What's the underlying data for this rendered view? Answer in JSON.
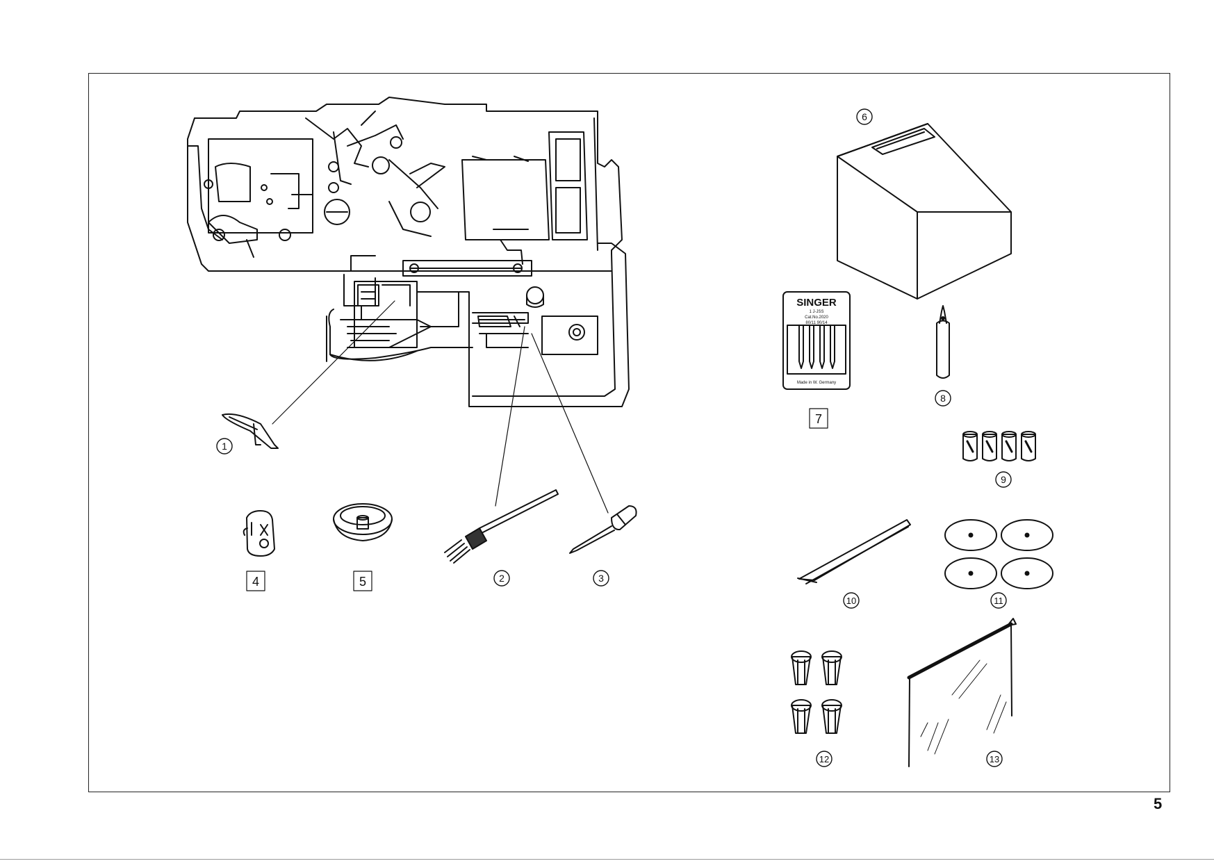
{
  "page": {
    "number": "5"
  },
  "brand": {
    "singer": "SINGER",
    "needle_small_1": "1 J-JSS",
    "needle_small_2": "Cat.No.2020",
    "needle_small_3": "80/11 90/14",
    "needle_foot": "Made in W. Germany"
  },
  "callouts": {
    "c1": "1",
    "c2": "2",
    "c3": "3",
    "c4": "4",
    "c5": "5",
    "c6": "6",
    "c7": "7",
    "c8": "8",
    "c9": "9",
    "c10": "10",
    "c11": "11",
    "c12": "12",
    "c13": "13"
  },
  "colors": {
    "ink": "#111111",
    "fill_light": "#f4f4f4",
    "fill_dark": "#333333"
  }
}
